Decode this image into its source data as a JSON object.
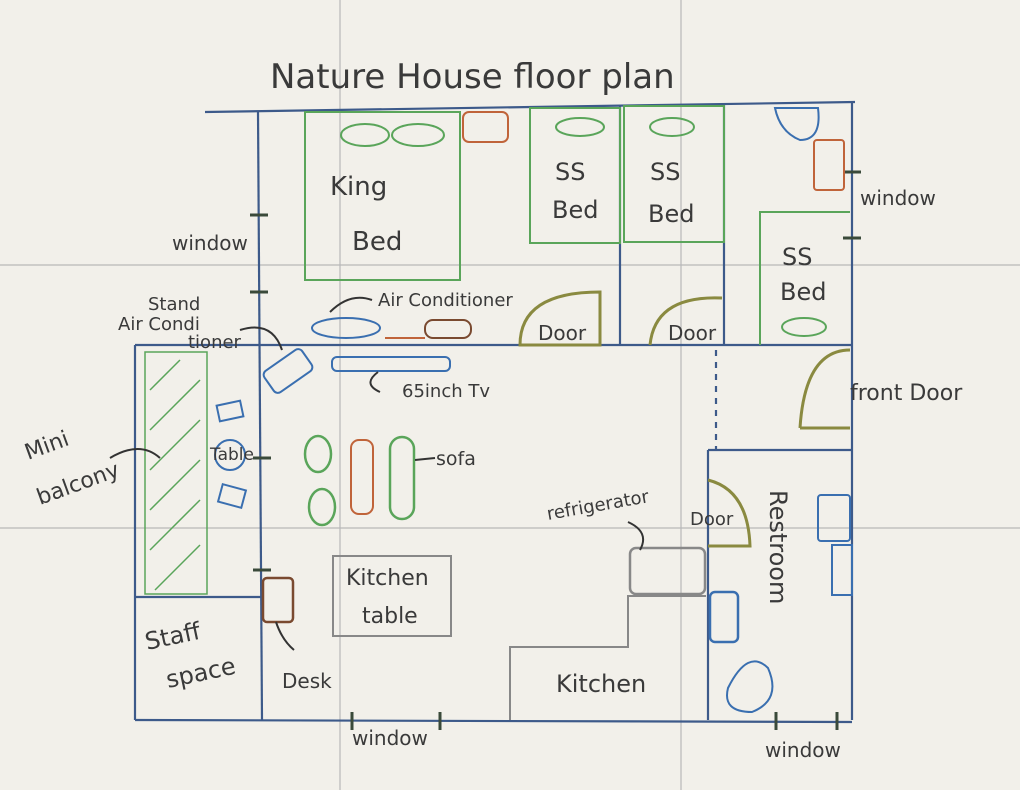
{
  "title": "Nature House   floor plan",
  "labels": {
    "king_bed": [
      "King",
      "Bed"
    ],
    "ss_bed_1": [
      "SS",
      "Bed"
    ],
    "ss_bed_2": [
      "SS",
      "Bed"
    ],
    "ss_bed_3": [
      "SS",
      "Bed"
    ],
    "window_left": "window",
    "window_right": "window",
    "window_bottom": "window",
    "window_bottom_right": "window",
    "stand_ac": [
      "Stand",
      "Air Condi",
      "tioner"
    ],
    "air_conditioner": "Air Conditioner",
    "door_1": "Door",
    "door_2": "Door",
    "door_restroom": "Door",
    "tv": "65inch Tv",
    "front_door": "front Door",
    "mini_balcony": [
      "Mini",
      "balcony"
    ],
    "table": "Table",
    "sofa": "sofa",
    "refrigerator": "refrigerator",
    "restroom": "Restroom",
    "kitchen_table": [
      "Kitchen",
      "table"
    ],
    "staff_space": [
      "Staff",
      "space"
    ],
    "desk": "Desk",
    "kitchen": "Kitchen"
  },
  "colors": {
    "paper": "#f2f0ea",
    "wall": "#3d5a8a",
    "green": "#5aa55a",
    "orange": "#c0643a",
    "brown": "#7a4a30",
    "blue": "#3a6fb0",
    "olive": "#8a8a40",
    "gray": "#888888",
    "grid": "#b8b8b8"
  }
}
